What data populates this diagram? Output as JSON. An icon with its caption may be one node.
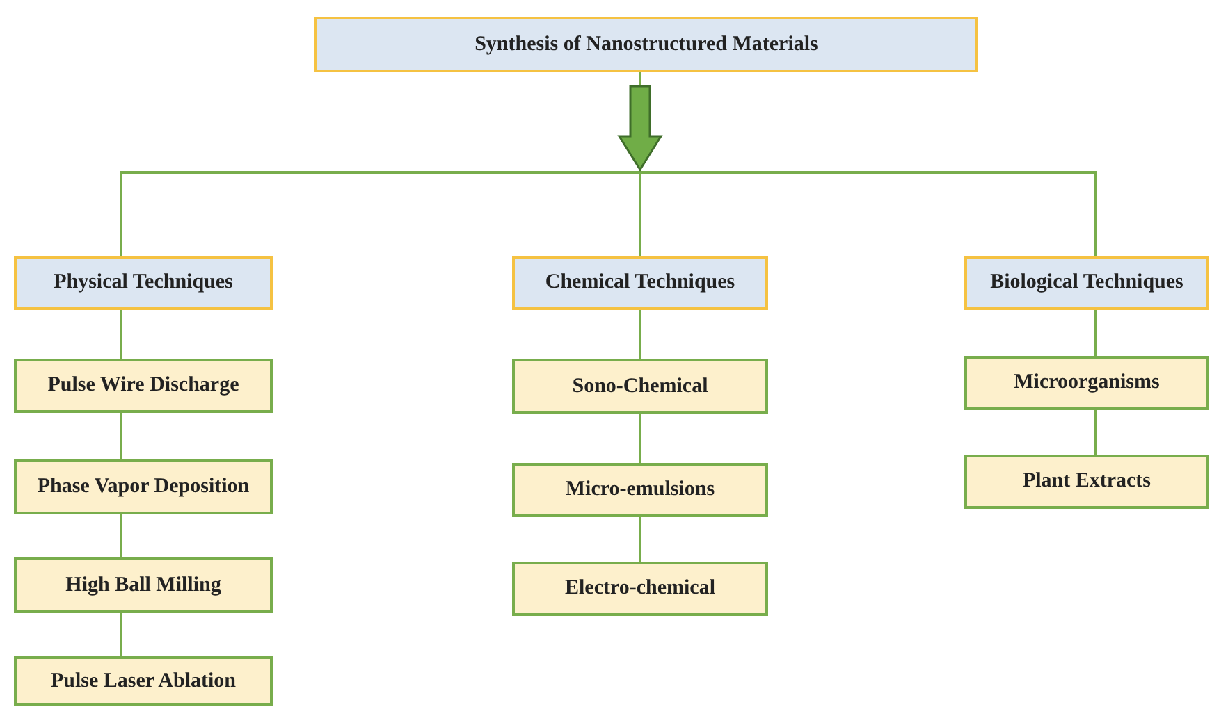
{
  "diagram": {
    "nodes": [
      {
        "text": [
          "Synthesis of Nanostructured Materials"
        ]
      },
      {
        "text": [
          "Physical Techniques"
        ]
      },
      {
        "text": [
          "Chemical Techniques"
        ]
      },
      {
        "text": [
          "Biological Techniques"
        ]
      },
      {
        "text": [
          "Pulse Wire Discharge"
        ]
      },
      {
        "text": [
          "Phase Vapor Deposition"
        ]
      },
      {
        "text": [
          "High Ball Milling"
        ]
      },
      {
        "text": [
          "Pulse Laser Ablation"
        ]
      },
      {
        "text": [
          "Sono-Chemical"
        ]
      },
      {
        "text": [
          "Micro-emulsions"
        ]
      },
      {
        "text": [
          "Electro-chemical"
        ]
      },
      {
        "text": [
          "Microorganisms"
        ]
      },
      {
        "text": [
          "Plant Extracts"
        ]
      }
    ],
    "edges": [
      {
        "from": 0,
        "to": 1,
        "arrow": "none"
      },
      {
        "from": 0,
        "to": 2,
        "arrow": "none"
      },
      {
        "from": 0,
        "to": 3,
        "arrow": "none"
      },
      {
        "from": 1,
        "to": 4,
        "arrow": "none"
      },
      {
        "from": 4,
        "to": 5,
        "arrow": "none"
      },
      {
        "from": 5,
        "to": 6,
        "arrow": "none"
      },
      {
        "from": 6,
        "to": 7,
        "arrow": "none"
      },
      {
        "from": 2,
        "to": 8,
        "arrow": "none"
      },
      {
        "from": 8,
        "to": 9,
        "arrow": "none"
      },
      {
        "from": 9,
        "to": 10,
        "arrow": "none"
      },
      {
        "from": 3,
        "to": 11,
        "arrow": "none"
      },
      {
        "from": 11,
        "to": 12,
        "arrow": "none"
      }
    ]
  }
}
